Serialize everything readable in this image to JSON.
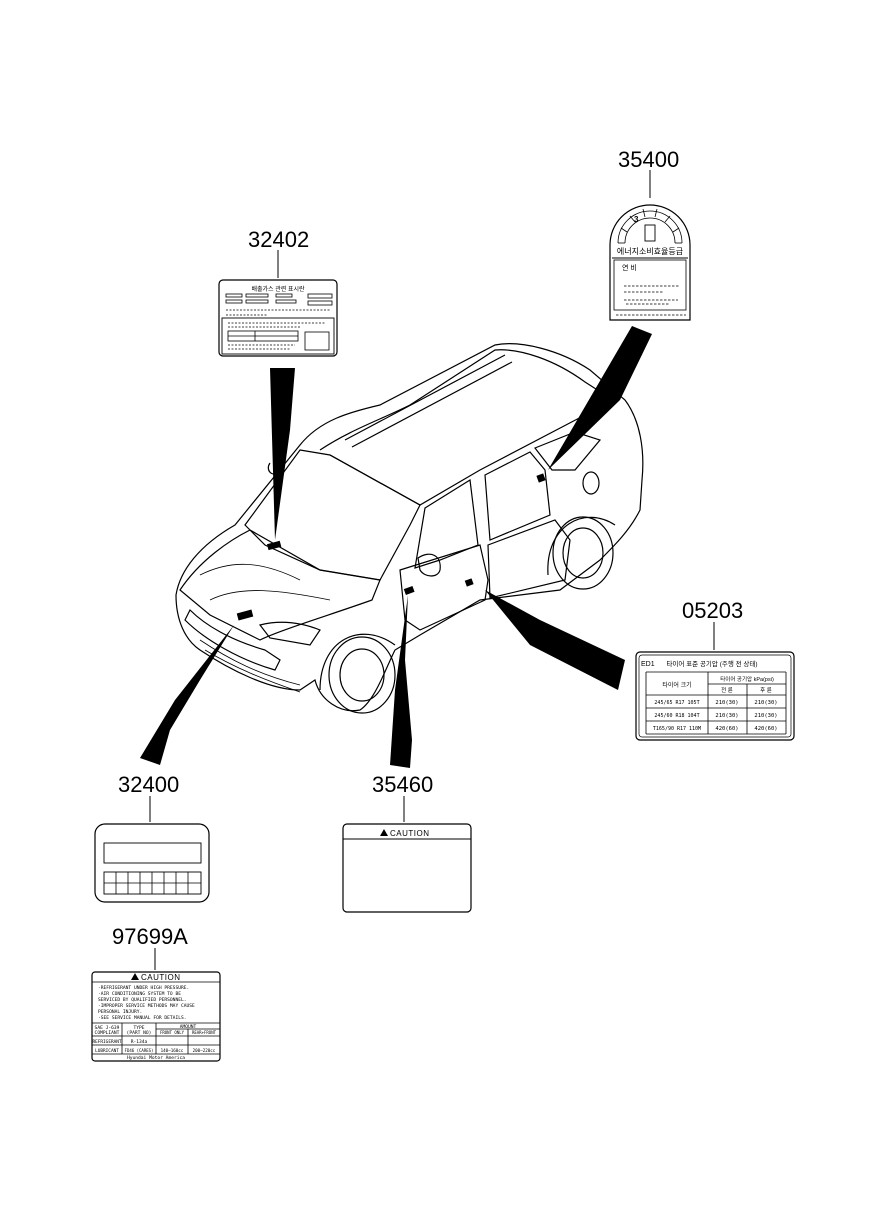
{
  "part_numbers": {
    "p32402": "32402",
    "p35400": "35400",
    "p05203": "05203",
    "p32400": "32400",
    "p35460": "35460",
    "p97699a": "97699A"
  },
  "label_35460": {
    "caution": "CAUTION"
  },
  "label_97699a": {
    "caution": "CAUTION",
    "lines": [
      "·REFRIGERANT UNDER HIGH PRESSURE.",
      "·AIR CONDITIONING SYSTEM TO BE",
      " SERVICED BY QUALIFIED PERSONNEL.",
      "·IMPROPER SERVICE METHODS MAY CAUSE",
      " PERSONAL INJURY.",
      "·SEE SERVICE MANUAL FOR DETAILS."
    ],
    "table": {
      "h_sae": "SAE J-639",
      "h_compliant": "COMPLIANT",
      "h_type": "TYPE",
      "h_type_sub": "(PART NO)",
      "h_amount": "AMOUNT",
      "h_front": "FRONT ONLY",
      "h_rear": "REAR+FRONT",
      "r1_name": "REFRIGERANT",
      "r1_type": "R-134a",
      "r2_name": "LUBRICANT",
      "r2_type": "FD46 (CARES)",
      "r2_front": "140–160cc",
      "r2_rear": "200–220cc"
    },
    "footer": "Hyundai Motor America"
  },
  "label_05203": {
    "corner": "ED1",
    "title": "타이어 표준 공기압 (주행 전 상태)",
    "h_size": "타이어 크기",
    "h_pressure": "타이어 공기압 kPa(psi)",
    "h_front": "전 륜",
    "h_rear": "후 륜",
    "rows": [
      {
        "size": "245/65 R17 105T",
        "front": "210(30)",
        "rear": "210(30)"
      },
      {
        "size": "245/60 R18 104T",
        "front": "210(30)",
        "rear": "210(30)"
      },
      {
        "size": "T165/90 R17 110M",
        "front": "420(60)",
        "rear": "420(60)"
      }
    ]
  },
  "label_35400": {
    "grade": "3",
    "title": "에너지소비효율등급",
    "fuel": "연 비"
  },
  "label_32402": {
    "title": "배출가스 관련 표시란"
  }
}
